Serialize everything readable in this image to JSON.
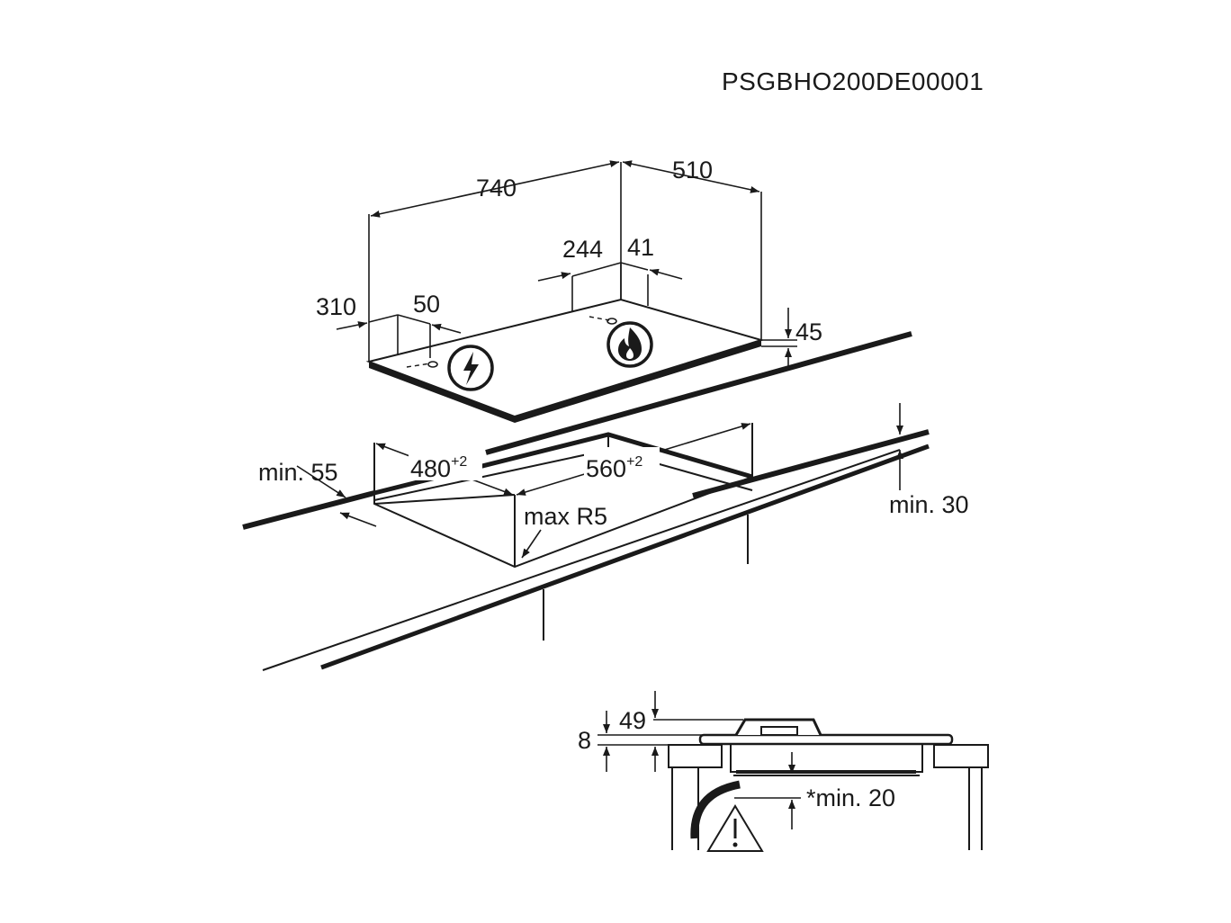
{
  "doc_code": "PSGBHO200DE00001",
  "dimensions": {
    "width_hob": "740",
    "depth_hob": "510",
    "d_244": "244",
    "d_41": "41",
    "d_310": "310",
    "d_50": "50",
    "height_hob": "45",
    "cutout_depth": "480",
    "cutout_depth_tol": "+2",
    "cutout_width": "560",
    "cutout_width_tol": "+2",
    "min_front": "min. 55",
    "min_thickness": "min. 30",
    "max_radius": "max R5",
    "side_49": "49",
    "side_8": "8",
    "min_clearance": "*min. 20"
  },
  "icons": {
    "electric": "lightning-bolt-icon",
    "gas": "gas-flame-icon",
    "warning": "warning-triangle-icon"
  }
}
